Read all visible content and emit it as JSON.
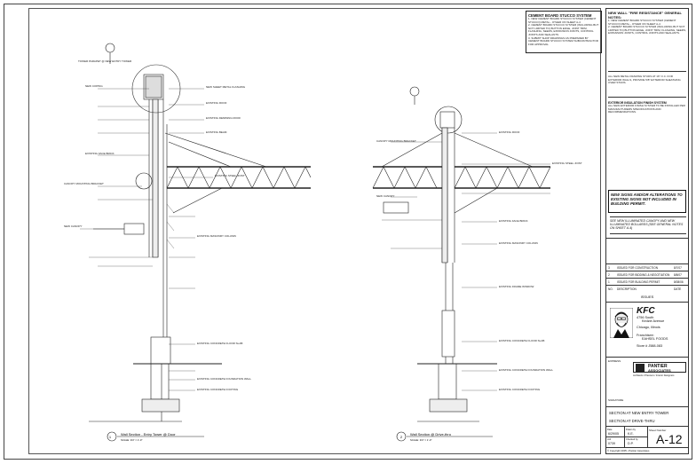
{
  "general_notes": {
    "title": "NEW WALL \"FIRE RESISTANCE\" GENERAL NOTES:",
    "items": [
      "1. NEW CEMENT BOARD STUCCO SYSTEM (CEMENT STUCCO) METAL - OTHER ON SHEET A-4",
      "2. CEMENT BOARD STUCCO SYSTEM (INCLUDING BUT NOT LIMITED TO) BUTTON EDGE, JOINT TRIM, FLASHING, SEERS, EXPANSION JOINTS, CONTROL JOINTS AND SEALANTS."
    ]
  },
  "cement_board": {
    "title": "CEMENT BOARD STUCCO SYSTEM",
    "items": [
      "1. NEW CEMENT BOARD STUCCO SYSTEM (CEMENT STUCCO) METAL - OTHER ON SHEET A-4",
      "2. CEMENT BOARD STUCCO SYSTEM (INCLUDING BUT NOT LIMITED TO) BUTTON EDGE, JOINT TRIM, FLASHING, SEERS, EXPANSION JOINTS, CONTROL JOINTS AND SEALANTS",
      "3. SUBMIT SHOP DRAWINGS AS PREPARED BY CEMENT BOARD STUCCO SYSTEM SUBCONTRACTOR FOR APPROVAL"
    ]
  },
  "note_block_2": "ALL NEW METAL FRAMING STUDS AT 16\" O.C. FOR EXTERIOR WALLS, PROVIDE 5/8\" EXTERIOR SHEATHING OVER STUDS.",
  "exterior_insulation": {
    "title": "EXTERIOR INSULATION FINISH SYSTEM",
    "body": "ALL NEW EXTERIOR FINISH SYSTEM TO BE INSTALLED PER MANUFACTURERS SPECIFICATIONS AND RECOMMENDATIONS."
  },
  "signage_note": "NEW SIGNS AND/OR ALTERATIONS TO EXISTING SIGNS NOT INCLUDED IN BUILDING PERMIT.",
  "canopy_note": "SEE NEW ILLUMINATED CANOPY AND NEW ILLUMINATED BOLLARDS (SEE GENERAL NOTES ON SHEET A-4)",
  "issues": {
    "heading": "ISSUES",
    "rows": [
      {
        "no": "3",
        "desc": "ISSUED FOR CONSTRUCTION",
        "date": "8/7/07"
      },
      {
        "no": "2",
        "desc": "ISSUED FOR BIDDING & NEGOTIATION",
        "date": "8/8/07"
      },
      {
        "no": "1",
        "desc": "ISSUED FOR BUILDING PERMIT",
        "date": "8/08/06"
      },
      {
        "no": "NO.",
        "desc": "DESCRIPTION",
        "date": "DATE"
      }
    ]
  },
  "client": {
    "brand": "KFC",
    "address1": "4756 South",
    "address2": "Kedzie Avenue",
    "city": "Chicago, Illinois",
    "franchisee": "Franchisee:",
    "franchisee_name": "EAHSEL FOODS",
    "store": "Store # J588-083"
  },
  "architect": {
    "name": "PANTIER",
    "name2": "ASSOCIATES",
    "address": "Architects / Planners / Interior Designers",
    "stamp_label": "EXPRESS",
    "stamp2": "SIGNATURE"
  },
  "sheet_title1": "SECTION AT NEW ENTRY TOWER",
  "sheet_title2": "SECTION AT DRIVE-THRU",
  "meta": {
    "date_label": "Date",
    "date": "6/29/05",
    "drawn_label": "Drawn by",
    "drawn": "K.E.",
    "job_label": "Job",
    "job": "0739",
    "checked_label": "Checked by",
    "checked": "D.P.",
    "sheet_label": "Sheet Number",
    "sheet": "A-12",
    "copyright": "© Copyright 2005 • Pantier Associates"
  },
  "titles": {
    "left": {
      "num": "1",
      "text": "Wall Section - Entry Tower @ Door",
      "scale": "SCALE: 3/4\" = 1'-0\""
    },
    "right": {
      "num": "2",
      "text": "Wall Section @ Drive-thru",
      "scale": "SCALE: 3/4\" = 1'-0\""
    }
  },
  "labels_left": [
    "TOWER PARAPET @ NEW ENTRY TOWER",
    "NEW COPING",
    "NEW SHEET METAL FLASHING",
    "EXISTING ROOF",
    "EXISTING FACE BRICK",
    "EXISTING STEEL JOIST",
    "EXISTING DEMISING ROOF",
    "EXISTING BEAM",
    "CANOPY MOUNTING BRACKET",
    "NEW CANOPY",
    "EXISTING MASONRY COLUMN",
    "EXISTING CONCRETE FLOOR SLAB",
    "EXISTING CONCRETE FOUNDATION WALL",
    "EXISTING CONCRETE FOOTING"
  ],
  "labels_right": [
    "CANOPY MOUNTING BRACKET",
    "NEW CANOPY",
    "EXISTING ROOF",
    "EXISTING STEEL JOIST",
    "EXISTING FACE BRICK",
    "EXISTING MASONRY COLUMN",
    "EXISTING FRAME WINDOW",
    "EXISTING CONCRETE FLOOR SLAB",
    "EXISTING CONCRETE FOUNDATION WALL",
    "EXISTING CONCRETE FOOTING"
  ]
}
